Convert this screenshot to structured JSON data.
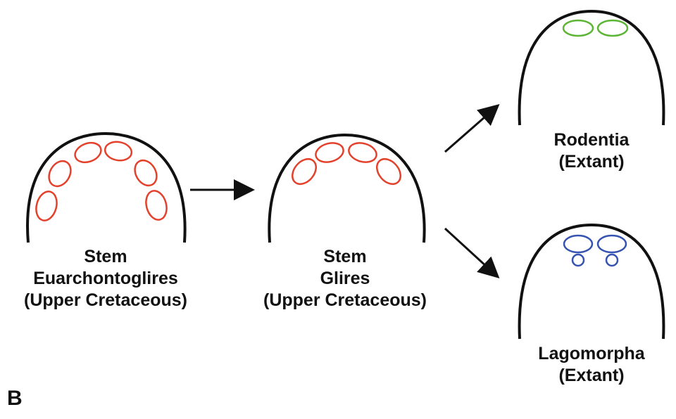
{
  "colors": {
    "outline": "#111111",
    "stem_incisors": "#e4412c",
    "rodentia_incisors": "#5cb534",
    "lagomorpha_incisors": "#3553b0"
  },
  "panel_label": "B",
  "nodes": [
    {
      "id": "stem-euarchontoglires",
      "lines": [
        "Stem",
        "Euarchontoglires",
        "(Upper Cretaceous)"
      ],
      "incisor_count": 6,
      "incisor_color": "stem_incisors"
    },
    {
      "id": "stem-glires",
      "lines": [
        "Stem",
        "Glires",
        "(Upper Cretaceous)"
      ],
      "incisor_count": 4,
      "incisor_color": "stem_incisors"
    },
    {
      "id": "rodentia",
      "lines": [
        "Rodentia",
        "(Extant)"
      ],
      "incisor_count": 2,
      "incisor_color": "rodentia_incisors"
    },
    {
      "id": "lagomorpha",
      "lines": [
        "Lagomorpha",
        "(Extant)"
      ],
      "incisor_count": 4,
      "incisor_color": "lagomorpha_incisors"
    }
  ],
  "arrows": [
    {
      "from": "stem-euarchontoglires",
      "to": "stem-glires"
    },
    {
      "from": "stem-glires",
      "to": "rodentia"
    },
    {
      "from": "stem-glires",
      "to": "lagomorpha"
    }
  ]
}
